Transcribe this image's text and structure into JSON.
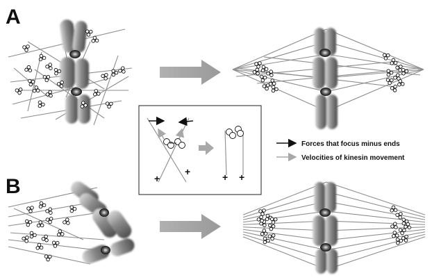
{
  "panels": {
    "a": {
      "label": "A"
    },
    "b": {
      "label": "B"
    }
  },
  "inset": {
    "plus_signs": [
      "+",
      "+",
      "+",
      "+"
    ]
  },
  "legend": {
    "items": [
      {
        "label": "Forces that focus  minus ends",
        "color": "#111111",
        "icon": "black-arrow-icon"
      },
      {
        "label": "Velocities of kinesin movement",
        "color": "#a8a8a8",
        "icon": "gray-arrow-icon"
      }
    ]
  },
  "colors": {
    "microtubule": "#8c8c8c",
    "big_arrow": "#a3a3a3",
    "chromosome": "#7a7a7a"
  }
}
